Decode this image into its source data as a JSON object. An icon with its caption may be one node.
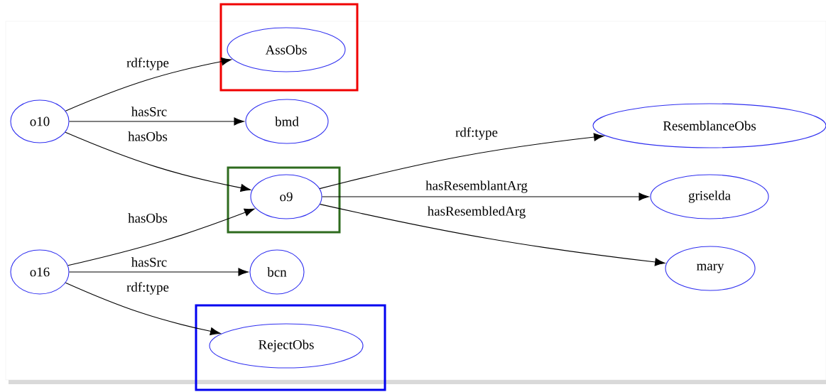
{
  "diagram": {
    "nodes": [
      {
        "text": [],
        "shape": "box"
      },
      {
        "text": [
          "AssObs"
        ],
        "in": 0
      },
      {
        "text": [
          "o10"
        ]
      },
      {
        "text": [
          "bmd"
        ]
      },
      {
        "text": [
          "ResemblanceObs"
        ]
      },
      {
        "text": [],
        "shape": "box"
      },
      {
        "text": [
          "o9"
        ],
        "in": 5
      },
      {
        "text": [
          "griselda"
        ]
      },
      {
        "text": [
          "mary"
        ]
      },
      {
        "text": [
          "o16"
        ]
      },
      {
        "text": [
          "bcn"
        ]
      },
      {
        "text": [],
        "shape": "box"
      },
      {
        "text": [
          "RejectObs"
        ],
        "in": 11
      }
    ],
    "edges": [
      {
        "from": 2,
        "to": 1,
        "arrow": "to",
        "label": "rdf:type"
      },
      {
        "from": 2,
        "to": 3,
        "arrow": "to",
        "label": "hasSrc"
      },
      {
        "from": 2,
        "to": 6,
        "arrow": "to",
        "label": "hasObs"
      },
      {
        "from": 6,
        "to": 4,
        "arrow": "to",
        "label": "rdf:type"
      },
      {
        "from": 6,
        "to": 7,
        "arrow": "to",
        "label": "hasResemblantArg"
      },
      {
        "from": 6,
        "to": 8,
        "arrow": "to",
        "label": "hasResembledArg"
      },
      {
        "from": 9,
        "to": 6,
        "arrow": "to",
        "label": "hasObs"
      },
      {
        "from": 9,
        "to": 10,
        "arrow": "to",
        "label": "hasSrc"
      },
      {
        "from": 9,
        "to": 12,
        "arrow": "to",
        "label": "rdf:type"
      }
    ]
  }
}
